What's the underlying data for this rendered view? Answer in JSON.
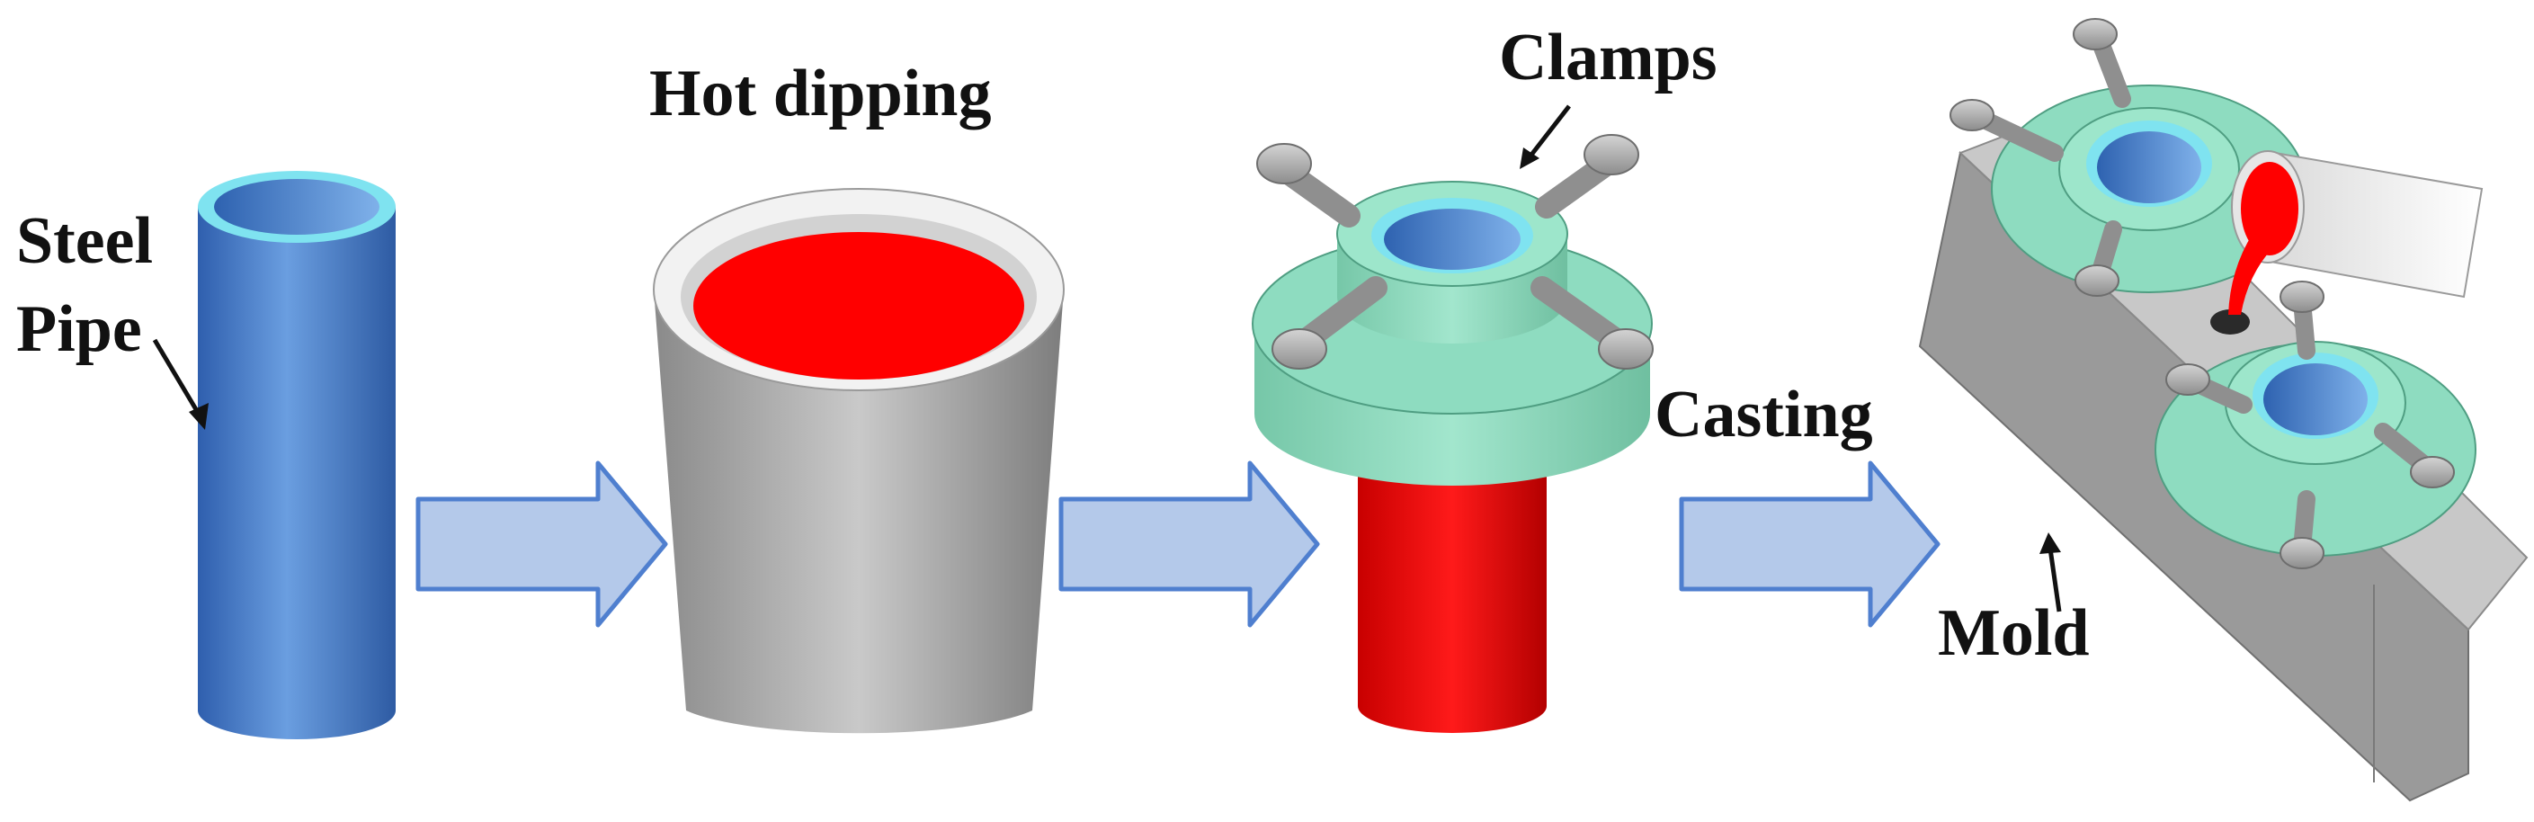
{
  "labels": {
    "steel_pipe_line1": "Steel",
    "steel_pipe_line2": "Pipe",
    "hot_dipping": "Hot dipping",
    "clamps": "Clamps",
    "casting": "Casting",
    "mold": "Mold"
  },
  "colors": {
    "pipe_blue": "#4f86d2",
    "pipe_rim": "#7fe3f0",
    "molten_red": "#ff0000",
    "crucible_grey": "#a9a9a9",
    "clamp_green": "#8edcc0",
    "bolt_grey": "#a7a7a7",
    "arrow_fill": "#b4c9ea",
    "arrow_stroke": "#4f7fcf",
    "mold_grey": "#8f8f8f"
  },
  "icons": {
    "step_arrow": "right-arrow-icon",
    "pointer": "pointer-arrow-icon"
  }
}
